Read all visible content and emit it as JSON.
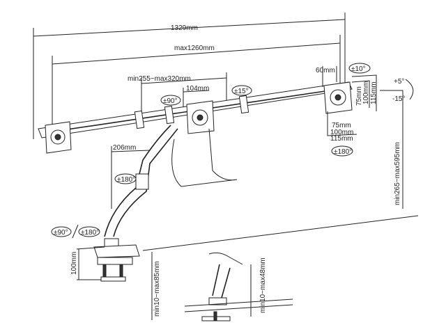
{
  "dimensions": {
    "total_width": "1329mm",
    "max_width": "max1260mm",
    "pole_spacing": "min255~max320mm",
    "arm_offset": "104mm",
    "side_offset": "60mm",
    "vesa_v": [
      "75mm",
      "100mm",
      "115mm"
    ],
    "vesa_h": [
      "75mm",
      "100mm",
      "115mm"
    ],
    "height_range": "min265~max595mm",
    "arm_reach": "206mm",
    "clamp_height": "100mm",
    "clamp_range": "min10~max85mm",
    "grommet_range": "min10~max48mm"
  },
  "angles": {
    "middle_swivel": "±90°",
    "crossbar_tilt": "±15°",
    "right_swivel": "±10°",
    "tilt_up": "+5°",
    "tilt_down": "-15°",
    "rotation": "±180°",
    "arm_rotation": "±180°",
    "base_swivel": "±90°",
    "base_rotation": "±180°"
  }
}
